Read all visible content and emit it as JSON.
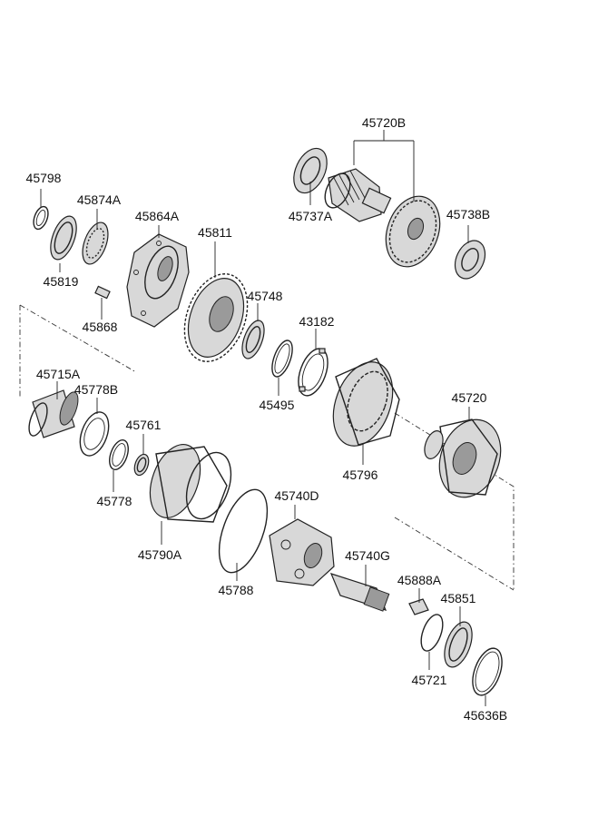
{
  "part_labels": {
    "p45720B": "45720B",
    "p45737A": "45737A",
    "p45738B": "45738B",
    "p45798": "45798",
    "p45874A": "45874A",
    "p45864A": "45864A",
    "p45811": "45811",
    "p45819": "45819",
    "p45868": "45868",
    "p45748": "45748",
    "p43182": "43182",
    "p45715A": "45715A",
    "p45778B": "45778B",
    "p45495": "45495",
    "p45720": "45720",
    "p45761": "45761",
    "p45796": "45796",
    "p45778": "45778",
    "p45740D": "45740D",
    "p45790A": "45790A",
    "p45740G": "45740G",
    "p45788": "45788",
    "p45888A": "45888A",
    "p45851": "45851",
    "p45721": "45721",
    "p45636B": "45636B"
  },
  "colors": {
    "ink": "#222222",
    "shade_light": "#d8d8d8",
    "shade_dark": "#9a9a9a",
    "background": "#ffffff"
  }
}
